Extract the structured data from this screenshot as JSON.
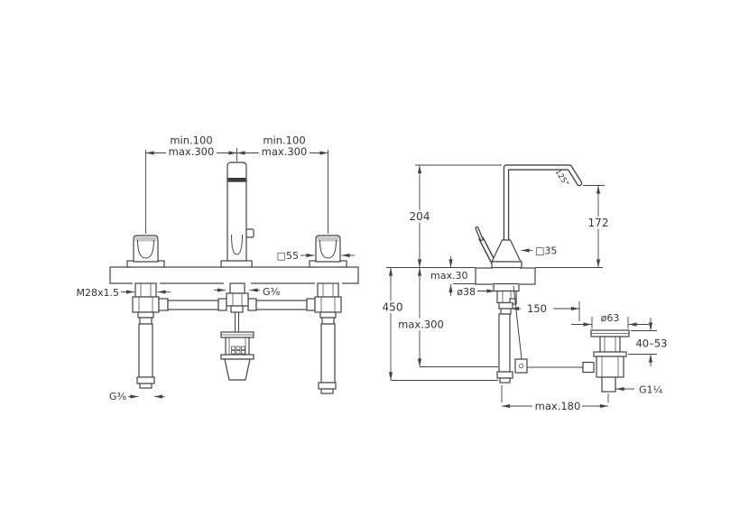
{
  "colors": {
    "line": "#444444",
    "text": "#333333",
    "hatch": "#6a6a6a",
    "shade": "#c6c6c6",
    "accent_band": "#3c3c3c",
    "background": "#ffffff"
  },
  "left_view": {
    "span_left": {
      "line1": "min.100",
      "line2": "max.300"
    },
    "span_right": {
      "line1": "min.100",
      "line2": "max.300"
    },
    "handle_size": "□55",
    "thread_shank": "M28x1.5",
    "thread_center": "G⅜",
    "thread_hose": "G⅜"
  },
  "right_view": {
    "height_spout": "204",
    "height_outlet": "172",
    "angle_spout": "125°",
    "body_size": "□35",
    "deck_max": "max.30",
    "hole_dia": "ø38",
    "rod_offset": "150",
    "total_height": "450",
    "hose_max": "max.300",
    "waste_dia": "ø63",
    "waste_range": "40–53",
    "waste_thread": "G1¼",
    "reach_max": "max.180"
  }
}
